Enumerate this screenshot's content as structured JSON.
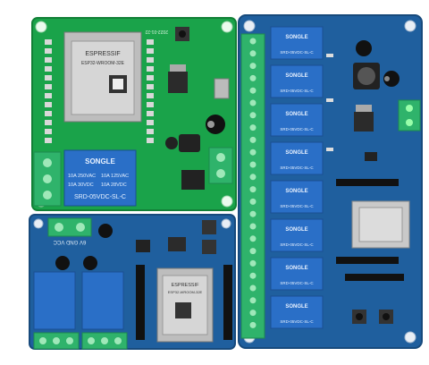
{
  "green_board": {
    "module_brand": "ESPRESSIF",
    "module_model": "ESP32-WROOM-32E",
    "date_silk": "2022-01-22",
    "relay_brand": "SONGLE",
    "relay_ratings": [
      "10A 250VAC",
      "10A 125VAC",
      "10A 30VDC",
      "10A 28VDC"
    ],
    "relay_model": "SRD-05VDC-SL-C"
  },
  "small_blue_board": {
    "silk_label": "6V GND VCC",
    "module_brand": "ESPRESSIF",
    "module_model": "ESP32-WROOM-32E"
  },
  "large_blue_board": {
    "relay_brand": "SONGLE",
    "relay_model": "SRD-05VDC-SL-C",
    "relay_count": 8
  },
  "colors": {
    "green_pcb": "#1aa34a",
    "blue_pcb": "#1f5f9e",
    "relay_body": "#2a6fc7",
    "terminal": "#2fb36b",
    "module_shield": "#c9c9c9"
  }
}
